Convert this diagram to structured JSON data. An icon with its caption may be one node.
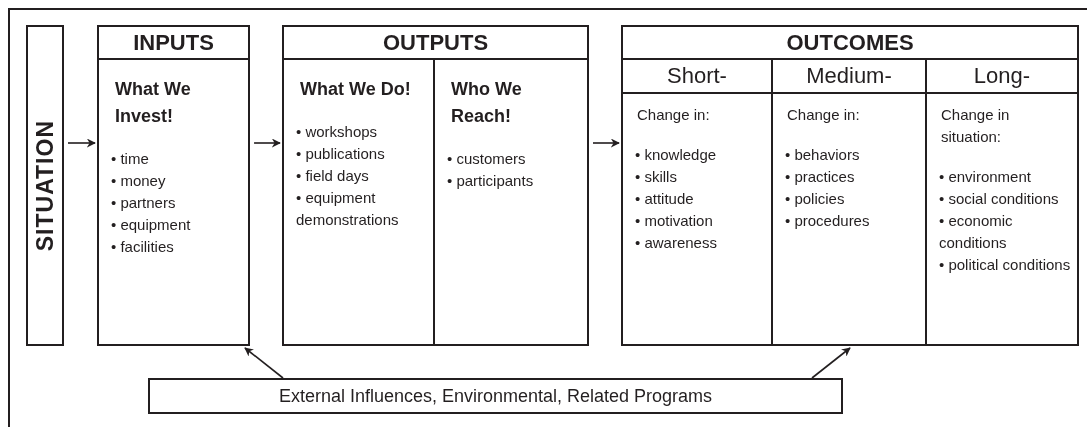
{
  "diagram": {
    "nodes": [
      {
        "text": [
          "SITUATION"
        ]
      },
      {
        "text": [
          "INPUTS",
          "What We Invest!",
          "• time",
          "• money",
          "• partners",
          "• equipment",
          "• facilities"
        ]
      },
      {
        "text": [
          "OUTPUTS"
        ]
      },
      {
        "text": [
          "What We Do!",
          "• workshops",
          "• publications",
          "• field days",
          "• equipment demonstrations"
        ],
        "in": 2
      },
      {
        "text": [
          "Who We Reach!",
          "• customers",
          "• participants"
        ],
        "in": 2
      },
      {
        "text": [
          "OUTCOMES"
        ]
      },
      {
        "text": [
          "Short-",
          "Change in:",
          "• knowledge",
          "• skills",
          "• attitude",
          "• motivation",
          "• awareness"
        ],
        "in": 5
      },
      {
        "text": [
          "Medium-",
          "Change in:",
          "• behaviors",
          "• practices",
          "• policies",
          "• procedures"
        ],
        "in": 5
      },
      {
        "text": [
          "Long-",
          "Change in situation:",
          "• environment",
          "• social conditions",
          "• economic conditions",
          "• political conditions"
        ],
        "in": 5
      },
      {
        "text": [
          "External Influences, Environmental, Related Programs"
        ]
      }
    ],
    "edges": [
      {
        "from": 0,
        "to": 1,
        "arrow": "to"
      },
      {
        "from": 1,
        "to": 2,
        "arrow": "to"
      },
      {
        "from": 2,
        "to": 5,
        "arrow": "to"
      },
      {
        "from": 9,
        "to": 1,
        "arrow": "to"
      },
      {
        "from": 9,
        "to": 5,
        "arrow": "to"
      }
    ]
  }
}
